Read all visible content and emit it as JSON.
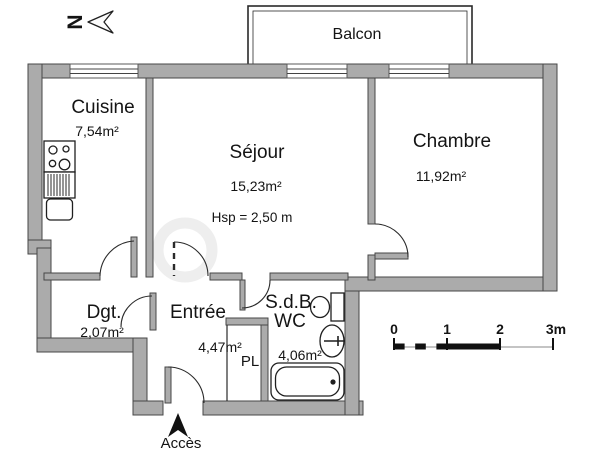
{
  "plan": {
    "type": "apartment-floor-plan",
    "balcony": {
      "label": "Balcon"
    },
    "rooms": {
      "cuisine": {
        "name": "Cuisine",
        "area": "7,54m²"
      },
      "sejour": {
        "name": "Séjour",
        "area": "15,23m²",
        "ceiling_height": "Hsp = 2,50 m"
      },
      "chambre": {
        "name": "Chambre",
        "area": "11,92m²"
      },
      "dgt": {
        "name": "Dgt.",
        "area": "2,07m²"
      },
      "entree": {
        "name": "Entrée",
        "area": "4,47m²"
      },
      "sdb": {
        "name": "S.d.B.",
        "name2": "WC",
        "area": "4,06m²"
      },
      "placard": {
        "name": "PL"
      }
    },
    "access": {
      "label": "Accès"
    },
    "north": {
      "letter": "N"
    },
    "scale_bar": {
      "ticks": [
        "0",
        "1",
        "2",
        "3m"
      ]
    },
    "colors": {
      "wall_fill": "#ababab",
      "wall_outline": "#474747",
      "line": "#1f1f1f",
      "background": "#ffffff"
    }
  }
}
